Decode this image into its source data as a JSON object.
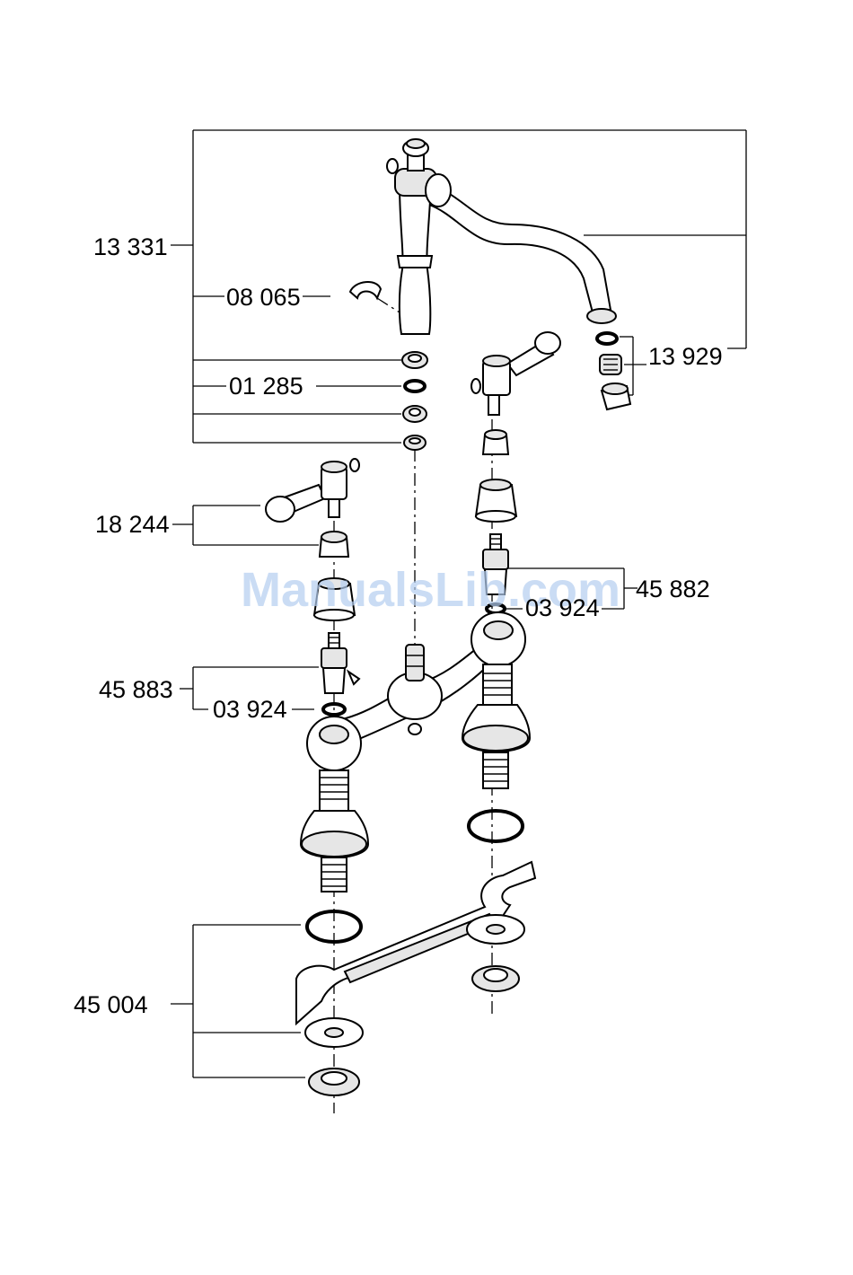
{
  "diagram": {
    "labels": {
      "spout_assembly": "13 331",
      "clip": "08 065",
      "o_ring": "01 285",
      "aerator": "13 929",
      "lever_handle": "18 244",
      "cartridge_right": "45 882",
      "o_ring_right": "03 924",
      "cartridge_left": "45 883",
      "o_ring_left": "03 924",
      "mounting_set": "45 004"
    },
    "watermark": "ManualsLib.com"
  }
}
